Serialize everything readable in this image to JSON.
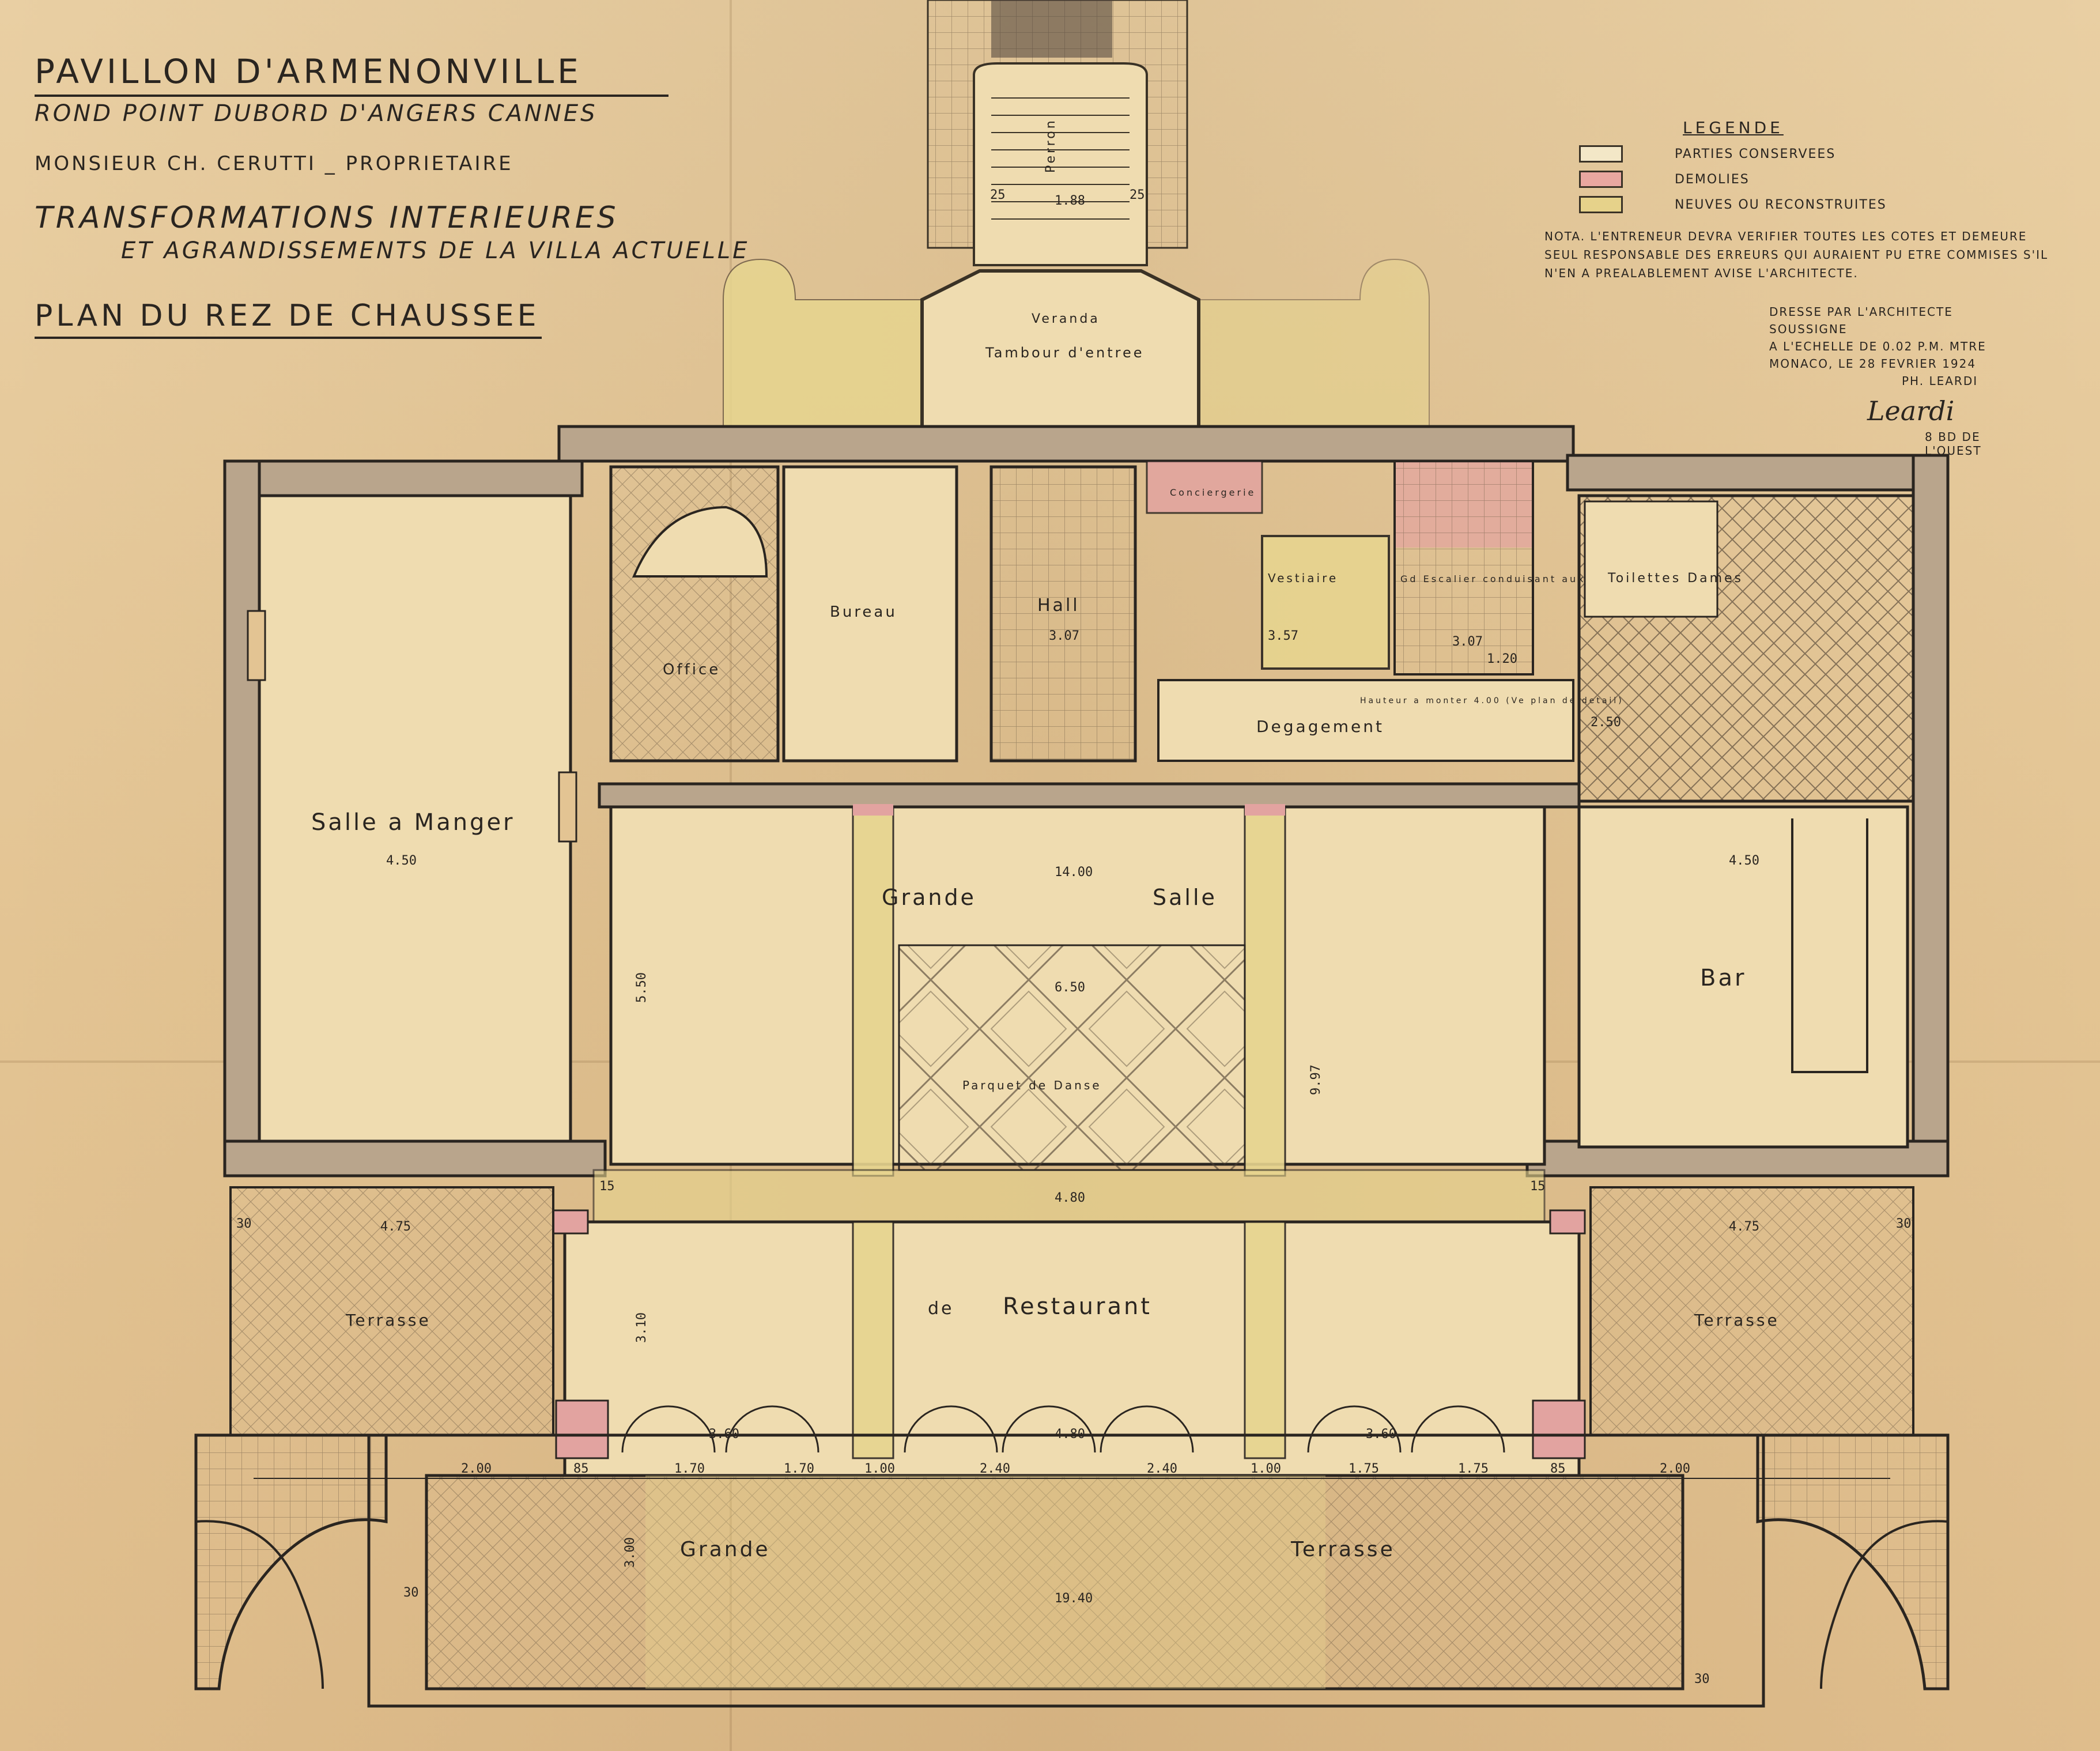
{
  "title": {
    "name": "Pavillon d'Armenonville",
    "address": "Rond Point Dubord d'Angers Cannes",
    "owner": "Monsieur Ch. Cerutti _ Proprietaire",
    "project_line1": "Transformations Interieures",
    "project_line2": "et Agrandissements de la Villa actuelle",
    "sheet": "Plan du Rez de Chaussee"
  },
  "legend": {
    "title": "Legende",
    "items": [
      {
        "label": "Parties conservees",
        "color": "#f3e7c7"
      },
      {
        "label": "Demolies",
        "color": "#e9a7a0"
      },
      {
        "label": "Neuves ou reconstruites",
        "color": "#e6d28a"
      }
    ]
  },
  "nota": "Nota. L'entreneur devra verifier toutes les cotes et demeure seul responsable des erreurs qui auraient pu etre commises s'il n'en a prealablement avise l'architecte.",
  "signature_block": {
    "line1": "Dresse par l'architecte soussigne",
    "line2": "a l'echelle de 0.02 p.m. mtre",
    "line3": "Monaco, le 28 Fevrier 1924",
    "name": "Ph. Leardi",
    "signature": "Leardi",
    "address": "8 Bd de l'Ouest"
  },
  "rooms": {
    "perron": "Perron",
    "veranda": "Veranda",
    "tambour": "Tambour d'entree",
    "salle_a_manger": "Salle a Manger",
    "office": "Office",
    "bureau": "Bureau",
    "hall": "Hall",
    "conciergerie": "Conciergerie",
    "vestiaire": "Vestiaire",
    "escalier": "Gd Escalier conduisant aux etages",
    "toilettes": "Toilettes Dames",
    "degagement": "Degagement",
    "hauteur_note": "Hauteur a monter 4.00 (Ve plan de detail)",
    "grande_salle_1": "Grande",
    "grande_salle_2": "Salle",
    "grande_salle_3": "de",
    "grande_salle_4": "Restaurant",
    "parquet": "Parquet de Danse",
    "bar": "Bar",
    "terrasse_left": "Terrasse",
    "terrasse_right": "Terrasse",
    "grande_terrasse_1": "Grande",
    "grande_terrasse_2": "Terrasse"
  },
  "dimensions": {
    "perron_width": "1.88",
    "perron_side_left": "25",
    "perron_side_right": "25",
    "salle_manger_width": "4.50",
    "grande_salle_width": "14.00",
    "grande_salle_depth": "5.50",
    "parquet_width": "6.50",
    "central_span": "4.80",
    "grande_salle_depth2": "9.97",
    "bar_width": "4.50",
    "terrasse_width_left": "4.75",
    "terrasse_width_right": "4.75",
    "restaurant_depth": "3.10",
    "bay_left": "3.60",
    "bay_center": "4.80",
    "bay_right": "3.60",
    "grande_terrasse_length": "19.40",
    "hall_dim": "3.07",
    "vestiaire_dim": "3.57",
    "stair_dim": "3.07",
    "stair_dim2": "1.20",
    "wc_dim": "2.50",
    "row_200": "2.00",
    "row_85": "85",
    "row_170a": "1.70",
    "row_170b": "1.70",
    "row_100a": "1.00",
    "row_240a": "2.40",
    "row_240b": "2.40",
    "row_100b": "1.00",
    "row_175a": "1.75",
    "row_175b": "1.75",
    "row_85b": "85",
    "row_200b": "2.00",
    "side_30a": "30",
    "side_30b": "30",
    "side_30c": "30",
    "side_30d": "30",
    "dim_15a": "15",
    "dim_15b": "15",
    "terrasse_depth": "3.00"
  },
  "colors": {
    "paper": "#e6c99a",
    "ink": "#2a2520",
    "wall": "#b9a58c",
    "demolished": "#e2a3a0",
    "new_work": "#e7d58f",
    "kept": "#efdcb0"
  }
}
